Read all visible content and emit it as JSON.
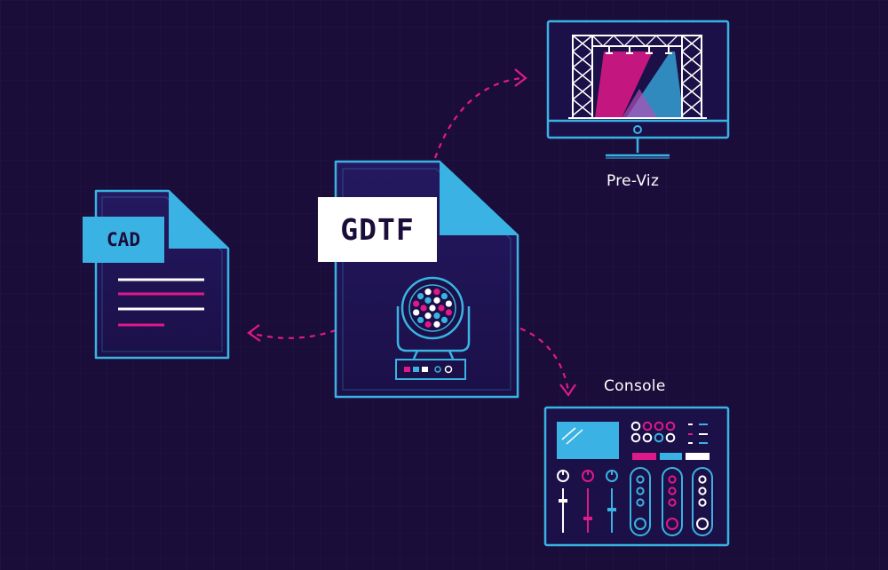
{
  "center_file": {
    "label": "GDTF"
  },
  "cad_file": {
    "label": "CAD"
  },
  "previz": {
    "label": "Pre-Viz"
  },
  "console": {
    "label": "Console"
  },
  "colors": {
    "background": "#1a0d3a",
    "panel": "#22145a",
    "cyan": "#3ab3e4",
    "magenta": "#e0198a",
    "white": "#ffffff"
  },
  "icons": [
    "document-icon",
    "moving-head-light-icon",
    "monitor-icon",
    "stage-truss-icon",
    "lighting-console-icon",
    "dashed-arrow-icon"
  ]
}
